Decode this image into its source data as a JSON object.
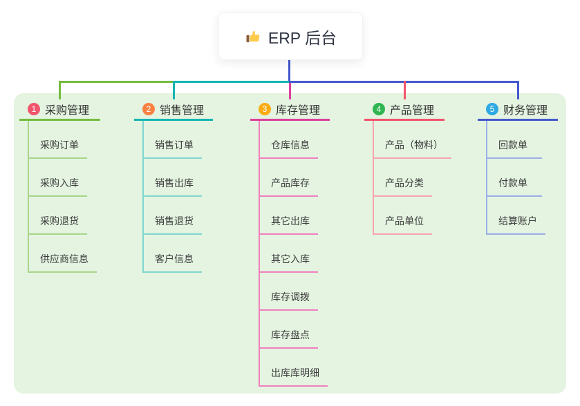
{
  "root_node": {
    "icon": "thumbs-up-icon",
    "label": "ERP 后台"
  },
  "palette": {
    "page_bg": "#FFFFFF",
    "panel_bg": "#E4F4E1",
    "root_text": "#2E3542",
    "branch_text": "#333333",
    "child_text": "#3B3B3B",
    "root_connector": "#4458CD",
    "emoji_hand": "#FFCB4C",
    "emoji_cuff": "#8B5E3C"
  },
  "branches": [
    {
      "index": "1",
      "label": "采购管理",
      "badge_color": "#F1556C",
      "line_color": "#74BB3E",
      "child_line_color": "#A9D488",
      "children": [
        "采购订单",
        "采购入库",
        "采购退货",
        "供应商信息"
      ]
    },
    {
      "index": "2",
      "label": "销售管理",
      "badge_color": "#FA8142",
      "line_color": "#13B5B1",
      "child_line_color": "#7FD6CF",
      "children": [
        "销售订单",
        "销售出库",
        "销售退货",
        "客户信息"
      ]
    },
    {
      "index": "3",
      "label": "库存管理",
      "badge_color": "#FBAC14",
      "line_color": "#DC3F9B",
      "child_line_color": "#F07FBE",
      "children": [
        "仓库信息",
        "产品库存",
        "其它出库",
        "其它入库",
        "库存调拨",
        "库存盘点",
        "出库库明细"
      ]
    },
    {
      "index": "4",
      "label": "产品管理",
      "badge_color": "#2FB551",
      "line_color": "#F2536B",
      "child_line_color": "#F8A2AC",
      "children": [
        "产品（物料）",
        "产品分类",
        "产品单位"
      ]
    },
    {
      "index": "5",
      "label": "财务管理",
      "badge_color": "#2EA9E3",
      "line_color": "#4458CD",
      "child_line_color": "#9CAFE6",
      "children": [
        "回款单",
        "付款单",
        "结算账户"
      ]
    }
  ]
}
